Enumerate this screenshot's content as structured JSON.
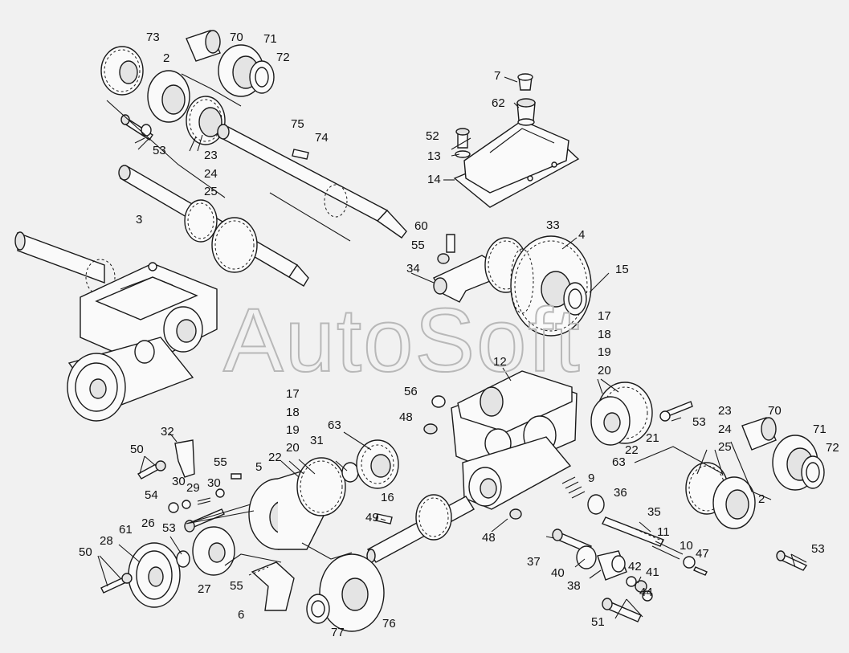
{
  "watermark": "AutoSoft",
  "labels": [
    {
      "id": "l73a",
      "text": "73"
    },
    {
      "id": "l70a",
      "text": "70"
    },
    {
      "id": "l71a",
      "text": "71"
    },
    {
      "id": "l72a",
      "text": "72"
    },
    {
      "id": "l2a",
      "text": "2"
    },
    {
      "id": "l53a",
      "text": "53"
    },
    {
      "id": "l23a",
      "text": "23"
    },
    {
      "id": "l24a",
      "text": "24"
    },
    {
      "id": "l25a",
      "text": "25"
    },
    {
      "id": "l75",
      "text": "75"
    },
    {
      "id": "l74",
      "text": "74"
    },
    {
      "id": "l3",
      "text": "3"
    },
    {
      "id": "l7",
      "text": "7"
    },
    {
      "id": "l62",
      "text": "62"
    },
    {
      "id": "l52",
      "text": "52"
    },
    {
      "id": "l13",
      "text": "13"
    },
    {
      "id": "l14",
      "text": "14"
    },
    {
      "id": "l60",
      "text": "60"
    },
    {
      "id": "l55a",
      "text": "55"
    },
    {
      "id": "l34",
      "text": "34"
    },
    {
      "id": "l33",
      "text": "33"
    },
    {
      "id": "l4",
      "text": "4"
    },
    {
      "id": "l15",
      "text": "15"
    },
    {
      "id": "l17a",
      "text": "17"
    },
    {
      "id": "l18a",
      "text": "18"
    },
    {
      "id": "l19a",
      "text": "19"
    },
    {
      "id": "l20a",
      "text": "20"
    },
    {
      "id": "l12",
      "text": "12"
    },
    {
      "id": "l56",
      "text": "56"
    },
    {
      "id": "l48a",
      "text": "48"
    },
    {
      "id": "l53b",
      "text": "53"
    },
    {
      "id": "l21",
      "text": "21"
    },
    {
      "id": "l22a",
      "text": "22"
    },
    {
      "id": "l63a",
      "text": "63"
    },
    {
      "id": "l17b",
      "text": "17"
    },
    {
      "id": "l18b",
      "text": "18"
    },
    {
      "id": "l19b",
      "text": "19"
    },
    {
      "id": "l20b",
      "text": "20"
    },
    {
      "id": "l22b",
      "text": "22"
    },
    {
      "id": "l63b",
      "text": "63"
    },
    {
      "id": "l31",
      "text": "31"
    },
    {
      "id": "l5",
      "text": "5"
    },
    {
      "id": "l32",
      "text": "32"
    },
    {
      "id": "l50a",
      "text": "50"
    },
    {
      "id": "l55b",
      "text": "55"
    },
    {
      "id": "l54",
      "text": "54"
    },
    {
      "id": "l30a",
      "text": "30"
    },
    {
      "id": "l29",
      "text": "29"
    },
    {
      "id": "l30b",
      "text": "30"
    },
    {
      "id": "l53c",
      "text": "53"
    },
    {
      "id": "l16",
      "text": "16"
    },
    {
      "id": "l49",
      "text": "49"
    },
    {
      "id": "l9",
      "text": "9"
    },
    {
      "id": "l36",
      "text": "36"
    },
    {
      "id": "l35",
      "text": "35"
    },
    {
      "id": "l48b",
      "text": "48"
    },
    {
      "id": "l11",
      "text": "11"
    },
    {
      "id": "l10",
      "text": "10"
    },
    {
      "id": "l47",
      "text": "47"
    },
    {
      "id": "l37",
      "text": "37"
    },
    {
      "id": "l40",
      "text": "40"
    },
    {
      "id": "l38",
      "text": "38"
    },
    {
      "id": "l42",
      "text": "42"
    },
    {
      "id": "l41",
      "text": "41"
    },
    {
      "id": "l44",
      "text": "44"
    },
    {
      "id": "l51",
      "text": "51"
    },
    {
      "id": "l23b",
      "text": "23"
    },
    {
      "id": "l24b",
      "text": "24"
    },
    {
      "id": "l25b",
      "text": "25"
    },
    {
      "id": "l70b",
      "text": "70"
    },
    {
      "id": "l71b",
      "text": "71"
    },
    {
      "id": "l72b",
      "text": "72"
    },
    {
      "id": "l2b",
      "text": "2"
    },
    {
      "id": "l53d",
      "text": "53"
    },
    {
      "id": "l28",
      "text": "28"
    },
    {
      "id": "l61",
      "text": "61"
    },
    {
      "id": "l26",
      "text": "26"
    },
    {
      "id": "l50b",
      "text": "50"
    },
    {
      "id": "l27",
      "text": "27"
    },
    {
      "id": "l55c",
      "text": "55"
    },
    {
      "id": "l6",
      "text": "6"
    },
    {
      "id": "l77",
      "text": "77"
    },
    {
      "id": "l76",
      "text": "76"
    }
  ]
}
